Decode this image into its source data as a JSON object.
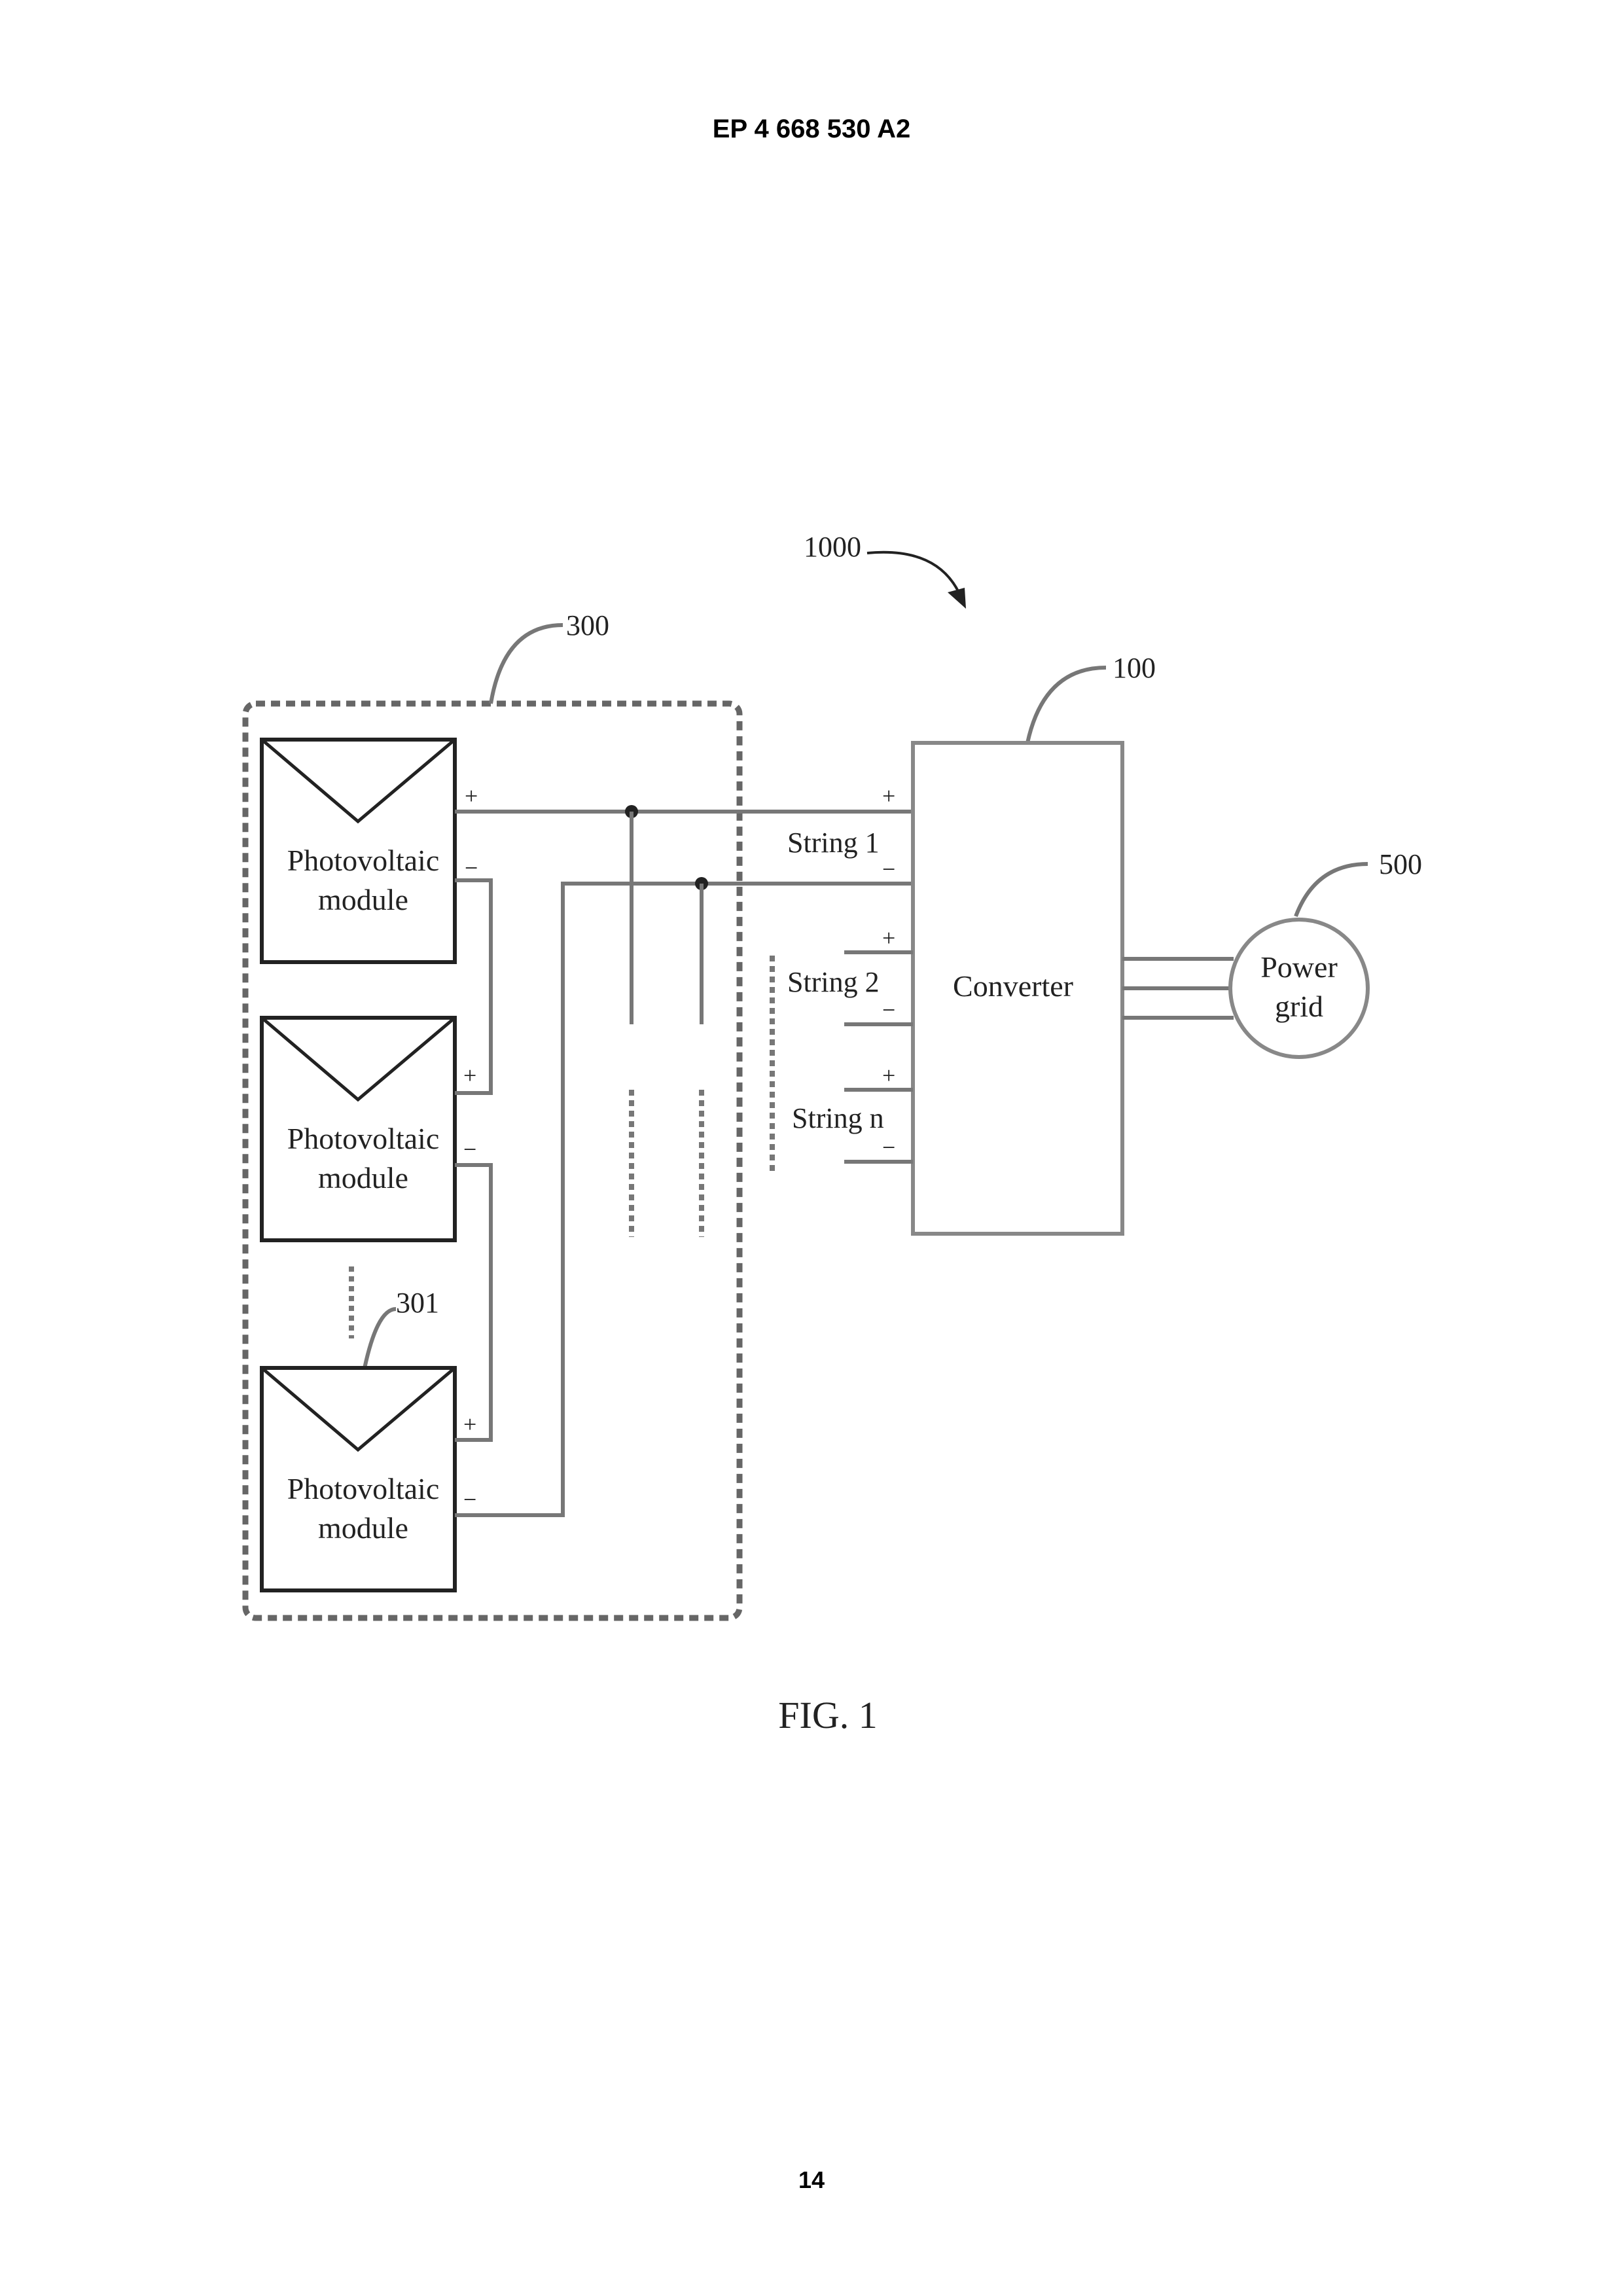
{
  "header": {
    "doc_number": "EP 4 668 530 A2"
  },
  "figure": {
    "caption": "FIG. 1",
    "refs": {
      "system": "1000",
      "array": "300",
      "converter": "100",
      "grid": "500",
      "module": "301"
    },
    "pv_module_label_line1": "Photovoltaic",
    "pv_module_label_line2": "module",
    "converter_label": "Converter",
    "grid_label_line1": "Power",
    "grid_label_line2": "grid",
    "strings": [
      "String 1",
      "String 2",
      "String n"
    ],
    "plus": "+",
    "minus": "−"
  },
  "footer": {
    "page_number": "14"
  }
}
